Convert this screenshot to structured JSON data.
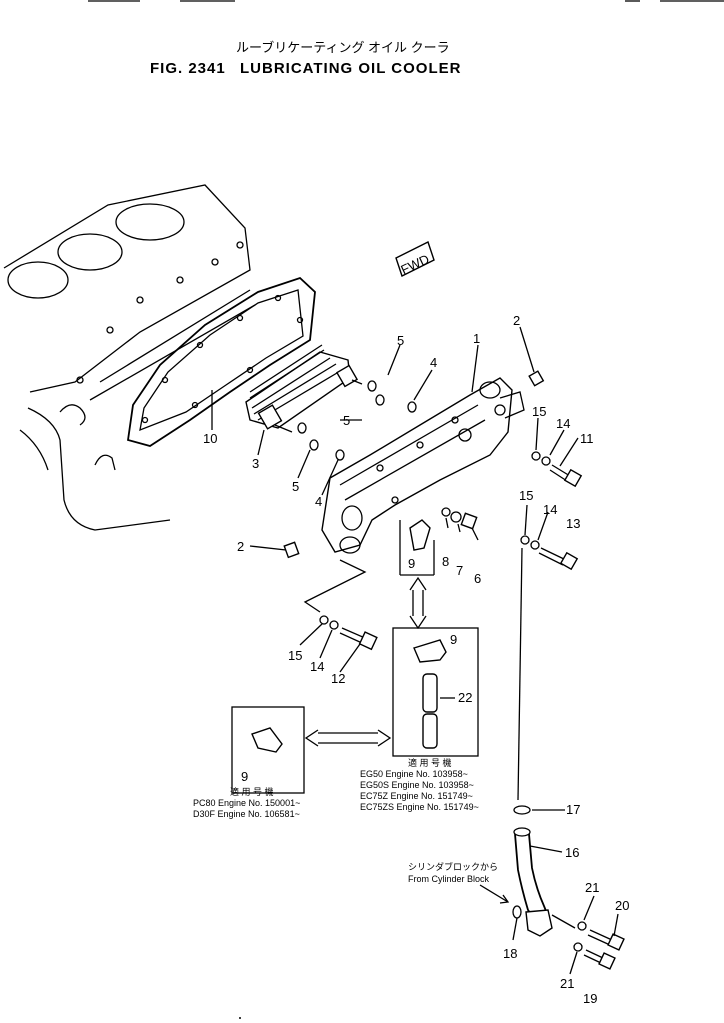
{
  "header": {
    "title_jp": "ルーブリケーティング オイル クーラ",
    "fig_number": "FIG. 2341",
    "title_en": "LUBRICATING OIL COOLER"
  },
  "fwd_label": "FWD",
  "callouts": {
    "c1": "1",
    "c2a": "2",
    "c2b": "2",
    "c3": "3",
    "c4a": "4",
    "c4b": "4",
    "c5a": "5",
    "c5b": "5",
    "c5c": "5",
    "c6": "6",
    "c7": "7",
    "c8": "8",
    "c9a": "9",
    "c9b": "9",
    "c9c": "9",
    "c10": "10",
    "c11": "11",
    "c12": "12",
    "c13": "13",
    "c14a": "14",
    "c14b": "14",
    "c14c": "14",
    "c15a": "15",
    "c15b": "15",
    "c15c": "15",
    "c16": "16",
    "c17": "17",
    "c18": "18",
    "c19": "19",
    "c20": "20",
    "c21a": "21",
    "c21b": "21",
    "c22": "22"
  },
  "applicability_right": {
    "heading": "適 用 号 機",
    "rows": [
      "EG50    Engine  No. 103958~",
      "EG50S   Engine  No. 103958~",
      "EC75Z   Engine  No. 151749~",
      "EC75ZS  Engine  No. 151749~"
    ]
  },
  "applicability_left": {
    "heading": "適 用 号 機",
    "rows": [
      "PC80   Engine  No. 150001~",
      "D30F   Engine  No. 106581~"
    ]
  },
  "from_block": {
    "jp": "シリンダブロックから",
    "en": "From  Cylinder  Block"
  }
}
